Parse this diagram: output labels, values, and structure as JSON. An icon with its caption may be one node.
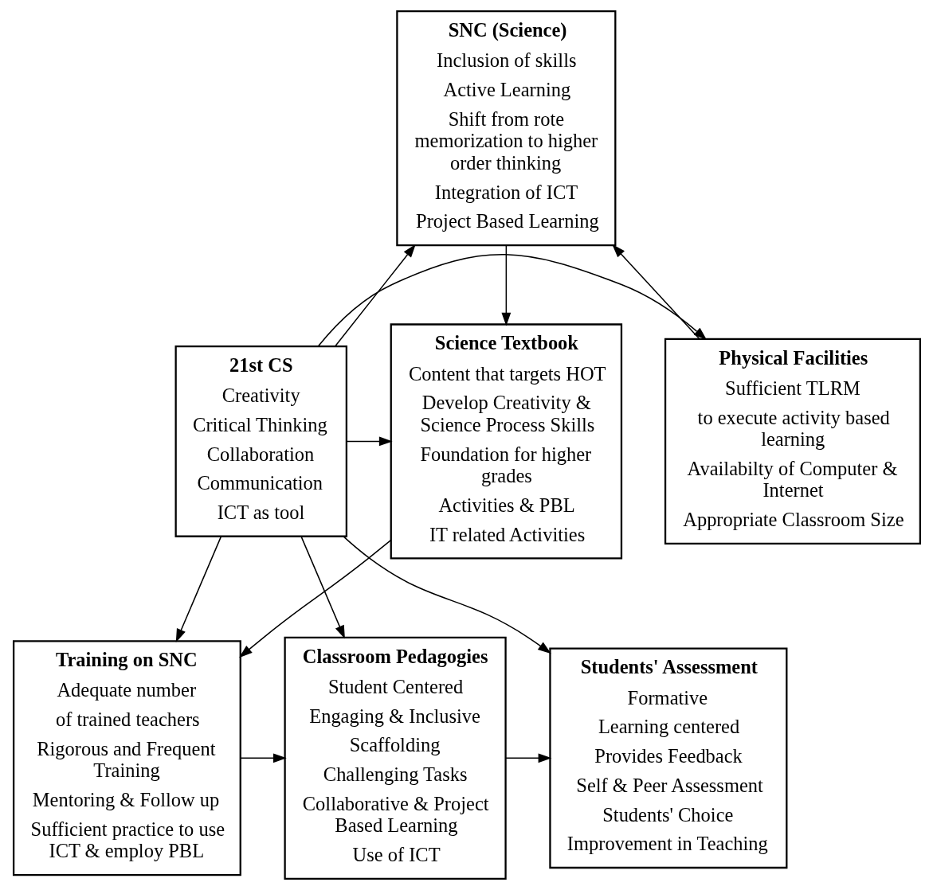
{
  "diagram": {
    "nodes": [
      {
        "text": [
          "SNC (Science)",
          "Inclusion of skills",
          "Active Learning",
          "Shift from rote memorization to higher order thinking",
          "Integration of ICT",
          "Project Based Learning"
        ]
      },
      {
        "text": [
          "Physical Facilities",
          "Sufficient TLRM",
          "to execute activity based learning",
          "Availabilty of Computer & Internet",
          "Appropriate Classroom Size"
        ]
      },
      {
        "text": [
          "21st CS",
          "Creativity",
          "Critical Thinking",
          "Collaboration",
          "Communication",
          "ICT as tool"
        ]
      },
      {
        "text": [
          "Science Textbook",
          "Content that targets HOT",
          "Develop Creativity & Science Process Skills",
          "Foundation for higher grades",
          "Activities & PBL",
          "IT related Activities"
        ]
      },
      {
        "text": [
          "Students' Assessment",
          "Formative",
          "Learning centered",
          "Provides Feedback",
          "Self & Peer Assessment",
          "Students' Choice",
          "Improvement in Teaching"
        ]
      },
      {
        "text": [
          "Classroom Pedagogies",
          "Student Centered",
          "Engaging & Inclusive",
          "Scaffolding",
          "Challenging Tasks",
          "Collaborative & Project Based Learning",
          "Use of ICT"
        ]
      },
      {
        "text": [
          "Training on SNC",
          "Adequate number",
          "of trained teachers",
          "Rigorous and Frequent Training",
          "Mentoring & Follow up",
          "Sufficient practice to use ICT & employ PBL"
        ]
      }
    ],
    "edges": [
      {
        "from": 1,
        "to": 0,
        "arrow": "to"
      },
      {
        "from": 0,
        "to": 3,
        "arrow": "to"
      },
      {
        "from": 2,
        "to": 0,
        "arrow": "to"
      },
      {
        "from": 2,
        "to": 1,
        "arrow": "to"
      },
      {
        "from": 2,
        "to": 3,
        "arrow": "to"
      },
      {
        "from": 2,
        "to": 4,
        "arrow": "to"
      },
      {
        "from": 2,
        "to": 5,
        "arrow": "to"
      },
      {
        "from": 2,
        "to": 6,
        "arrow": "to"
      },
      {
        "from": 3,
        "to": 6,
        "arrow": "to"
      },
      {
        "from": 6,
        "to": 5,
        "arrow": "to"
      },
      {
        "from": 5,
        "to": 4,
        "arrow": "to"
      }
    ]
  }
}
